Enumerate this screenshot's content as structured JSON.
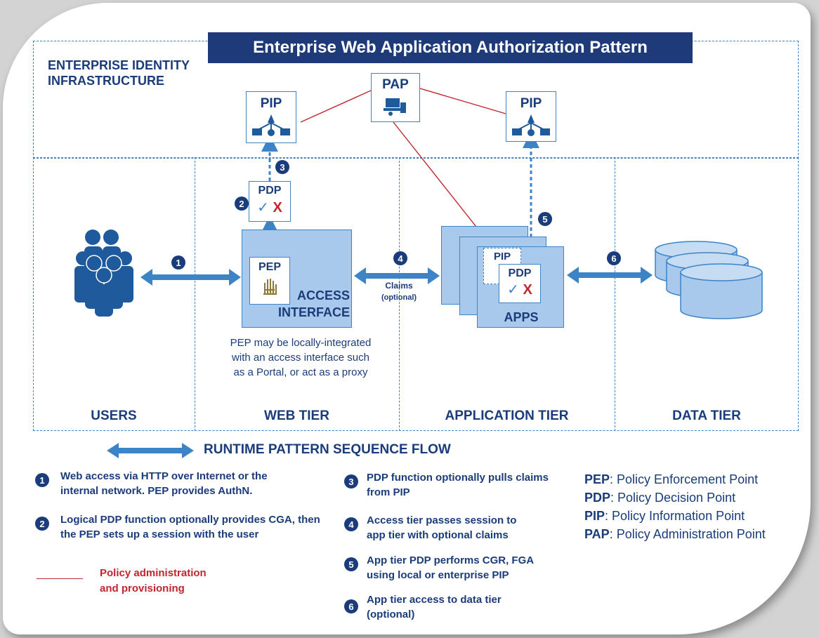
{
  "title": "Enterprise Web Application  Authorization Pattern",
  "infra_label": "ENTERPRISE IDENTITY INFRASTRUCTURE",
  "tiers": [
    "USERS",
    "WEB TIER",
    "APPLICATION TIER",
    "DATA TIER"
  ],
  "nodes": {
    "pip": "PIP",
    "pap": "PAP",
    "pdp": "PDP",
    "pep": "PEP",
    "access_interface": "ACCESS INTERFACE",
    "apps": "APPS",
    "apps_pip": "PIP",
    "apps_pdp": "PDP",
    "check": "✓",
    "cross": "X"
  },
  "steps": [
    "1",
    "2",
    "3",
    "4",
    "5",
    "6"
  ],
  "claims_label": "Claims",
  "claims_optional": "(optional)",
  "pep_note": "PEP may be locally-integrated with an access interface such as a Portal, or act as a proxy",
  "flow_label": "RUNTIME PATTERN SEQUENCE FLOW",
  "legend": [
    {
      "num": "1",
      "text": "Web access via HTTP over Internet or the internal network. PEP provides AuthN."
    },
    {
      "num": "2",
      "text": "Logical PDP function optionally provides CGA, then the PEP sets up a session with the user"
    },
    {
      "num": "3",
      "text": "PDP function optionally pulls claims from PIP"
    },
    {
      "num": "4",
      "text": "Access tier passes session to app tier with optional claims"
    },
    {
      "num": "5",
      "text": "App tier PDP performs CGR, FGA using local or enterprise PIP"
    },
    {
      "num": "6",
      "text": "App tier access to data tier (optional)"
    }
  ],
  "policy_admin_label": "Policy administration and provisioning",
  "key": [
    {
      "abbr": "PEP",
      "text": ": Policy Enforcement Point"
    },
    {
      "abbr": "PDP",
      "text": ": Policy Decision Point"
    },
    {
      "abbr": "PIP",
      "text": ": Policy Information Point"
    },
    {
      "abbr": "PAP",
      "text": ": Policy Administration Point"
    }
  ],
  "colors": {
    "navy": "#1e3a78",
    "blue": "#3d84c6",
    "lightblue": "#a9c9ec",
    "red": "#c0262d"
  },
  "icons": [
    "users-group-icon",
    "hierarchy-icon",
    "admin-console-icon",
    "hand-icon",
    "database-icon",
    "double-arrow-icon"
  ]
}
